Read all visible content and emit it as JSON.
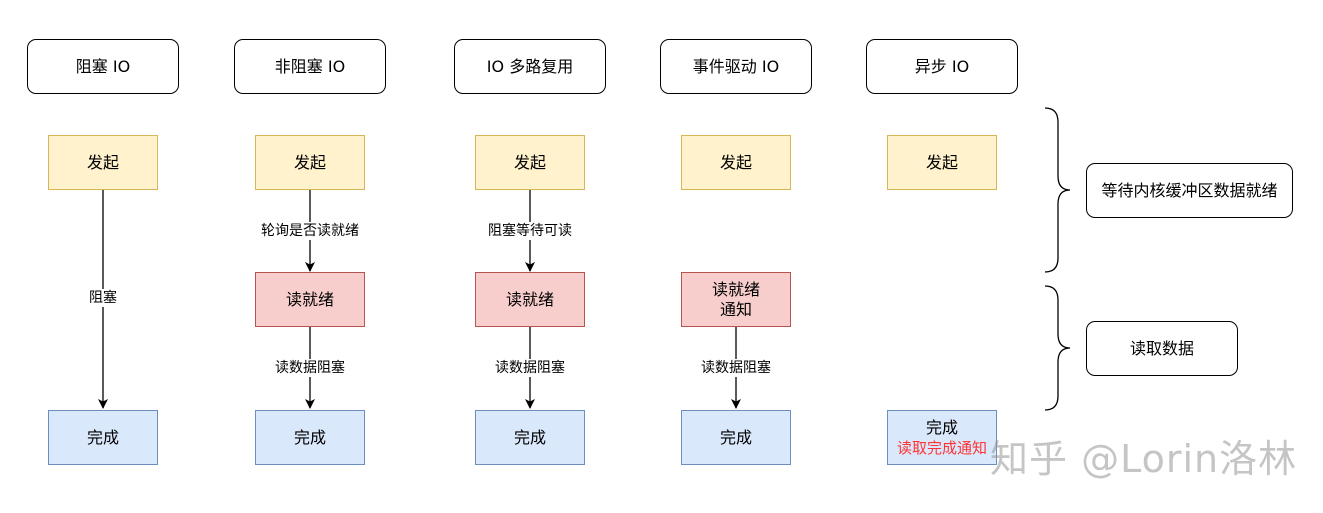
{
  "columns": [
    {
      "header": "阻塞 IO",
      "initiate": "发起",
      "edge_top_label": "阻塞",
      "ready": null,
      "edge_bottom_label": null,
      "done": "完成"
    },
    {
      "header": "非阻塞 IO",
      "initiate": "发起",
      "edge_top_label": "轮询是否读就绪",
      "ready": "读就绪",
      "edge_bottom_label": "读数据阻塞",
      "done": "完成"
    },
    {
      "header": "IO 多路复用",
      "initiate": "发起",
      "edge_top_label": "阻塞等待可读",
      "ready": "读就绪",
      "edge_bottom_label": "读数据阻塞",
      "done": "完成"
    },
    {
      "header": "事件驱动 IO",
      "initiate": "发起",
      "edge_top_label": null,
      "ready_line1": "读就绪",
      "ready_line2": "通知",
      "edge_bottom_label": "读数据阻塞",
      "done": "完成"
    },
    {
      "header": "异步 IO",
      "initiate": "发起",
      "done": "完成",
      "done_note": "读取完成通知"
    }
  ],
  "phases": {
    "wait": "等待内核缓冲区数据就绪",
    "read": "读取数据"
  },
  "colors": {
    "initiate_fill": "#fff2cc",
    "ready_fill": "#f8cecc",
    "done_fill": "#dae8fc",
    "note_text": "#ff3333"
  },
  "watermark": "知乎 @Lorin洛林"
}
